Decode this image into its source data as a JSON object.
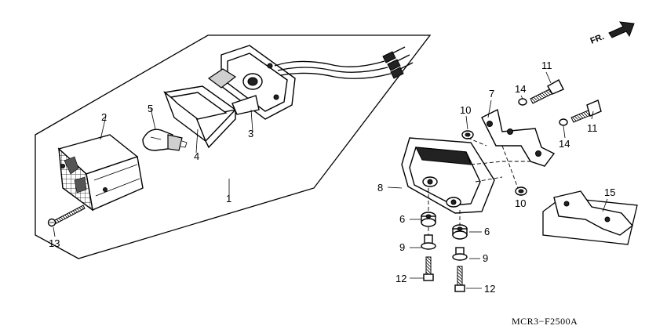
{
  "diagram": {
    "part_code": "MCR3−F2500A",
    "direction_label": "FR.",
    "direction_icon": "front-arrow-icon",
    "callouts": [
      {
        "id": "callout-1",
        "text": "1"
      },
      {
        "id": "callout-2",
        "text": "2"
      },
      {
        "id": "callout-3",
        "text": "3"
      },
      {
        "id": "callout-4",
        "text": "4"
      },
      {
        "id": "callout-5",
        "text": "5"
      },
      {
        "id": "callout-6a",
        "text": "6"
      },
      {
        "id": "callout-6b",
        "text": "6"
      },
      {
        "id": "callout-7",
        "text": "7"
      },
      {
        "id": "callout-8",
        "text": "8"
      },
      {
        "id": "callout-9a",
        "text": "9"
      },
      {
        "id": "callout-9b",
        "text": "9"
      },
      {
        "id": "callout-10a",
        "text": "10"
      },
      {
        "id": "callout-10b",
        "text": "10"
      },
      {
        "id": "callout-11a",
        "text": "11"
      },
      {
        "id": "callout-11b",
        "text": "11"
      },
      {
        "id": "callout-12a",
        "text": "12"
      },
      {
        "id": "callout-12b",
        "text": "12"
      },
      {
        "id": "callout-13",
        "text": "13"
      },
      {
        "id": "callout-14a",
        "text": "14"
      },
      {
        "id": "callout-14b",
        "text": "14"
      },
      {
        "id": "callout-15",
        "text": "15"
      }
    ]
  }
}
